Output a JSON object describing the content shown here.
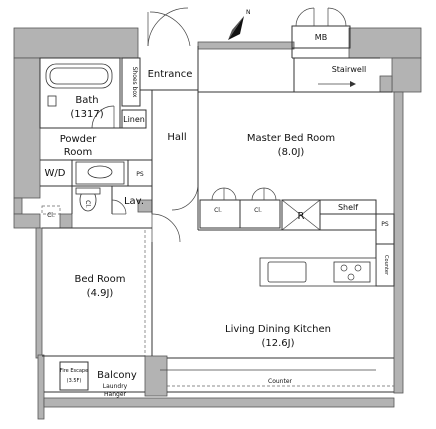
{
  "rooms": {
    "master_bed_name": "Master Bed Room",
    "master_bed_size": "(8.0J)",
    "bath_name": "Bath",
    "bath_size": "(1317)",
    "powder_name": "Powder",
    "powder_name2": "Room",
    "hall": "Hall",
    "entrance": "Entrance",
    "bed_name": "Bed Room",
    "bed_size": "(4.9J)",
    "ldk_name": "Living Dining Kitchen",
    "ldk_size": "(12.6J)",
    "balcony": "Balcony",
    "stairwell": "Stairwell"
  },
  "fixtures": {
    "shoes_box": "Shoes box",
    "linen": "Linen",
    "wd": "W/D",
    "ps_powder": "PS",
    "lav": "Lav.",
    "cl_powder": "Cl.",
    "cl_bed": "Cl.",
    "cl_hall": "Cl.",
    "cl_master": "Cl.",
    "refrigerator": "R",
    "shelf": "Shelf",
    "ps_kitchen": "PS",
    "counter_side": "Counter",
    "counter_bottom": "Counter",
    "mb": "MB",
    "fire_escape": "Fire Escape",
    "fire_escape_size": "(3.5F)",
    "laundry": "Laundry",
    "hanger": "Hanger"
  },
  "compass": {
    "north": "N"
  },
  "colors": {
    "wall_fill": "#b3b3b3",
    "line": "#333333"
  }
}
